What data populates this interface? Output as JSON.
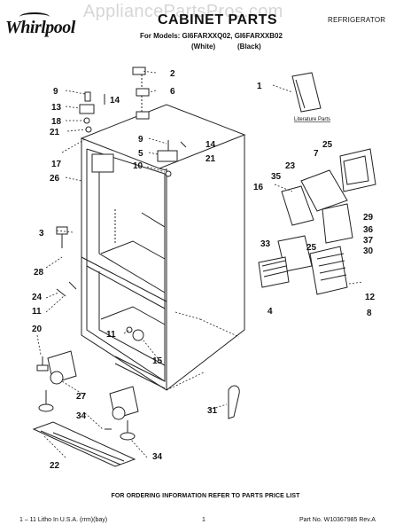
{
  "header": {
    "watermark": "AppliancePartsPros.com",
    "brand": "Whirlpool",
    "title": "CABINET PARTS",
    "category": "REFRIGERATOR",
    "models_line": "For Models: GI6FARXXQ02, GI6FARXXB02",
    "color_white": "(White)",
    "color_black": "(Black)"
  },
  "diagram": {
    "literature_label": "Literature Parts",
    "callouts": {
      "c2": "2",
      "c6": "6",
      "c9a": "9",
      "c14a": "14",
      "c13": "13",
      "c18": "18",
      "c21a": "21",
      "c17": "17",
      "c26": "26",
      "c9b": "9",
      "c14b": "14",
      "c5": "5",
      "c10": "10",
      "c21b": "21",
      "c1": "1",
      "c25a": "25",
      "c7": "7",
      "c23": "23",
      "c16": "16",
      "c35": "35",
      "c29": "29",
      "c36": "36",
      "c37": "37",
      "c30": "30",
      "c33": "33",
      "c25b": "25",
      "c3": "3",
      "c28": "28",
      "c24": "24",
      "c11a": "11",
      "c4": "4",
      "c12": "12",
      "c8": "8",
      "c20": "20",
      "c11b": "11",
      "c15": "15",
      "c27": "27",
      "c34a": "34",
      "c31": "31",
      "c34b": "34",
      "c22": "22"
    }
  },
  "footer": {
    "order_info": "FOR ORDERING INFORMATION REFER TO PARTS PRICE LIST",
    "litho": "1 – 11 Litho In U.S.A. (rrm)(bay)",
    "page": "1",
    "part_no": "Part No. W10367985 Rev.A"
  }
}
